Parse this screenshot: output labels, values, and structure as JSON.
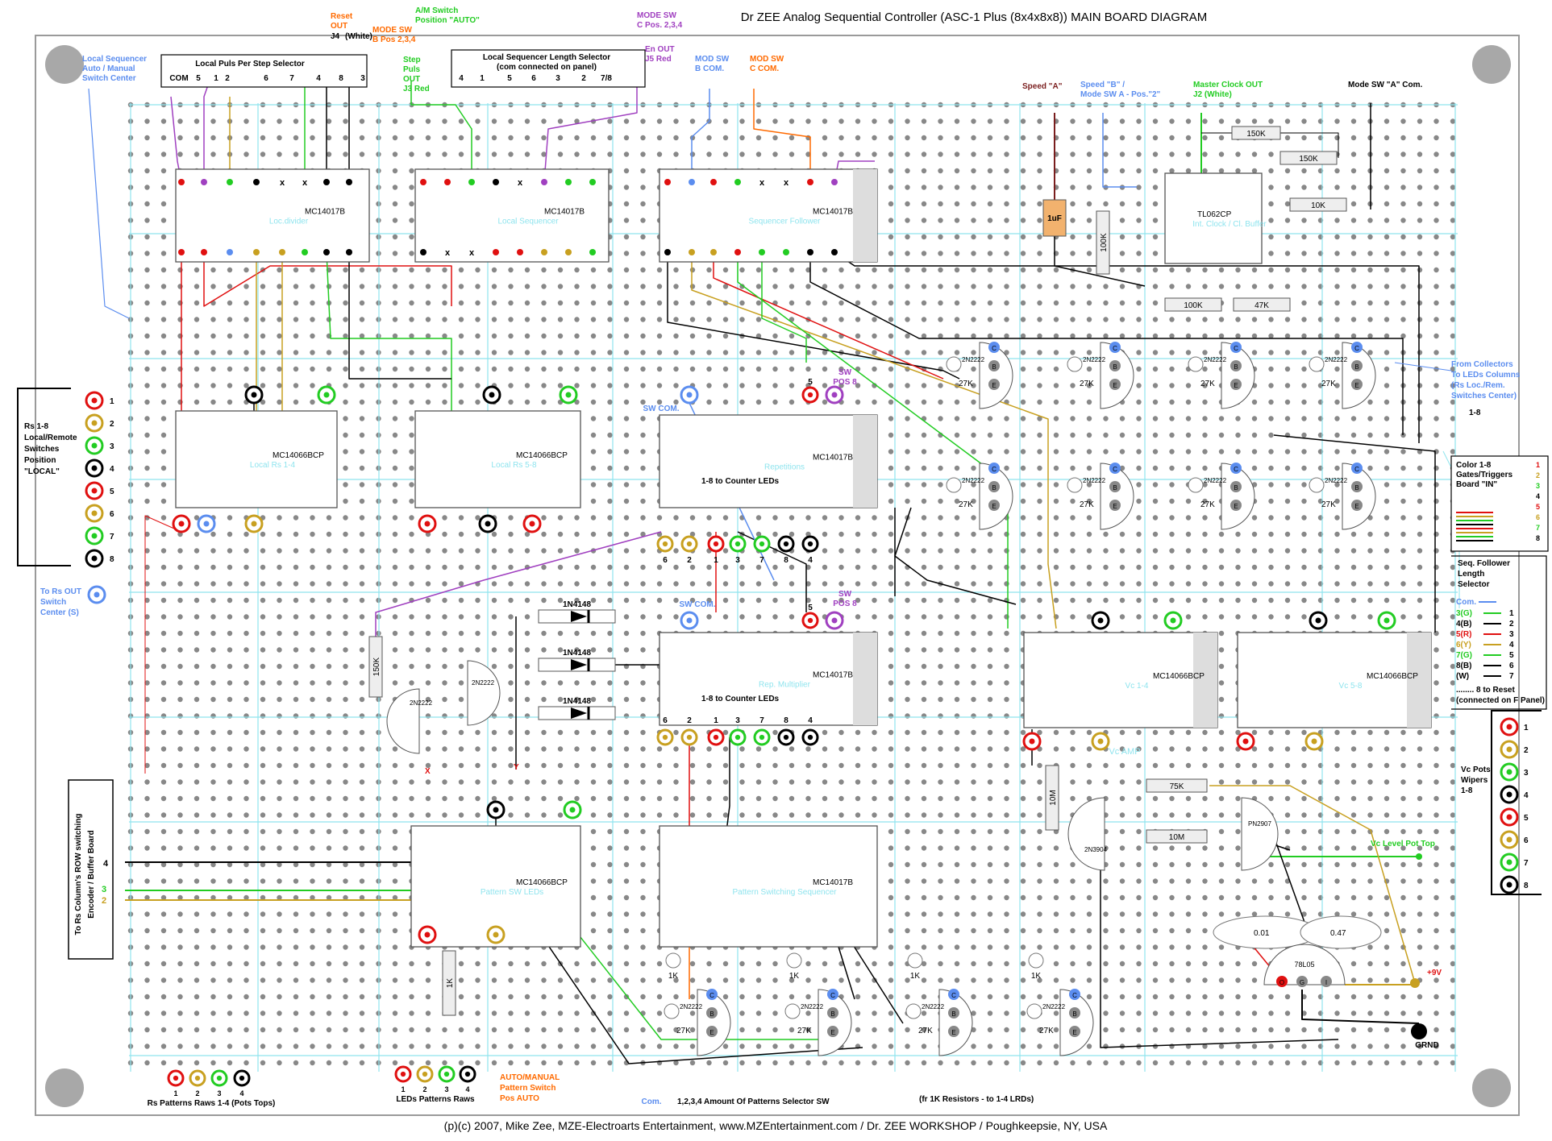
{
  "title": "Dr ZEE Analog Sequential Controller (ASC-1 Plus (8x4x8x8))     MAIN BOARD DIAGRAM",
  "footer": "(p)(c) 2007, Mike Zee, MZE-Electroarts Entertainment, www.MZEntertainment.com / Dr. ZEE WORKSHOP / Poughkeepsie, NY, USA",
  "colors": {
    "red": "#e01010",
    "orange": "#ff6a00",
    "yellow_ochre": "#c8a020",
    "green": "#22cc22",
    "black": "#000000",
    "blue": "#5b8def",
    "purple": "#a040c0",
    "cyan_grid": "#8fe4ee",
    "brown": "#7a1e1e"
  },
  "top_labels": {
    "local_sequencer_switch": [
      "Local Sequencer",
      "Auto / Manual",
      "Switch Center"
    ],
    "pps_selector_title": "Local Puls Per Step Selector",
    "pps_pins": [
      "COM",
      "5",
      "1",
      "2",
      "6",
      "7",
      "4",
      "8",
      "3"
    ],
    "reset_out": [
      "Reset",
      "OUT"
    ],
    "reset_jack": "J4",
    "reset_jack_color": "(White)",
    "mode_sw_b": [
      "MODE SW",
      "B Pos 2,3,4"
    ],
    "am_switch": [
      "A/M Switch",
      "Position \"AUTO\""
    ],
    "step_puls": [
      "Step",
      "Puls",
      "OUT",
      "J3 Red"
    ],
    "length_selector_title": "Local Sequencer Length Selector",
    "length_selector_sub": "(com connected on panel)",
    "length_pins": [
      "4",
      "1",
      "5",
      "6",
      "3",
      "2",
      "7/8"
    ],
    "mode_sw_c": [
      "MODE SW",
      "C Pos. 2,3,4"
    ],
    "en_out": [
      "En OUT",
      "J5 Red"
    ],
    "mod_sw_b": [
      "MOD SW",
      "B COM."
    ],
    "mod_sw_c": [
      "MOD SW",
      "C COM."
    ],
    "speed_a": "Speed \"A\"",
    "speed_b": [
      "Speed \"B\" /",
      "Mode SW  A - Pos.\"2\""
    ],
    "master_clock": [
      "Master Clock OUT",
      "J2 (White)"
    ],
    "mode_sw_a": [
      "Mode SW \"A\" Com."
    ]
  },
  "chips": {
    "u1": {
      "name": "MC14017B",
      "label": "Loc.divider"
    },
    "u2": {
      "name": "MC14017B",
      "label": "Local Sequencer"
    },
    "u3": {
      "name": "MC14017B",
      "label": "Sequencer Follower"
    },
    "u4": {
      "name": "TL062CP",
      "label": "Int. Clock / Cl. Buffer"
    },
    "u5": {
      "name": "MC14066BCP",
      "label": "Local Rs 1-4"
    },
    "u6": {
      "name": "MC14066BCP",
      "label": "Local Rs 5-8"
    },
    "u7": {
      "name": "MC14017B",
      "label": "Repetitions",
      "subtitle": "1-8 to Counter LEDs",
      "led_pins": [
        "6",
        "2",
        "1",
        "3",
        "7",
        "8",
        "4"
      ]
    },
    "u8": {
      "name": "MC14017B",
      "label": "Rep. Multiplier",
      "subtitle": "1-8 to Counter LEDs",
      "led_pins": [
        "6",
        "2",
        "1",
        "3",
        "7",
        "8",
        "4"
      ]
    },
    "u9": {
      "name": "MC14066BCP",
      "label": "Vc 1-4"
    },
    "u10": {
      "name": "MC14066BCP",
      "label": "Vc 5-8"
    },
    "u11": {
      "name": "MC14066BCP",
      "label": "Pattern SW LEDs"
    },
    "u12": {
      "name": "MC14017B",
      "label": "Pattern Switching Sequencer"
    },
    "reg": {
      "name": "78L05",
      "pins": [
        "I",
        "G",
        "O"
      ]
    }
  },
  "passives": {
    "c_1uf": "1uF",
    "r_100k_v": "100K",
    "r_150k_a": "150K",
    "r_150k_b": "150K",
    "r_10k": "10K",
    "r_100k_h": "100K",
    "r_47k": "47K",
    "r_150k_v": "150K",
    "r_10m_v": "10M",
    "r_75k": "75K",
    "r_10m_h": "10M",
    "r_1k": "1K",
    "c_001": "0.01",
    "c_047": "0.47",
    "diodes": [
      "1N4148",
      "1N4148",
      "1N4148"
    ],
    "r_27k": "27K",
    "r_1k_small": "1K"
  },
  "transistors": {
    "npn_type": "2N2222",
    "npn2_type": "2N3904",
    "pnp_type": "PN2907",
    "pins": {
      "c": "C",
      "b": "B",
      "e": "E"
    }
  },
  "mid_labels": {
    "sw_com": "SW COM.",
    "sw_pos8": [
      "SW",
      "POS 8"
    ],
    "pin5": "5",
    "from_collectors": [
      "From Collectors",
      "To LEDs Columns",
      "(Rs Loc./Rem.",
      "Switches Center)"
    ],
    "one_to_eight": "1-8",
    "vc_amp": "Vc AMP",
    "vc_level_pot": "Vc Level Pot Top",
    "plus9v": "+9V",
    "grnd": "GRND",
    "x_mark": "X",
    "y_mark": "Y"
  },
  "left_panel": {
    "rs_title": [
      "Rs 1-8",
      "Local/Remote",
      "Switches",
      "Position",
      "\"LOCAL\""
    ],
    "rs_numbers": [
      "1",
      "2",
      "3",
      "4",
      "5",
      "6",
      "7",
      "8"
    ],
    "to_rs_out": [
      "To Rs OUT",
      "Switch",
      "Center (S)"
    ],
    "encoder_box": [
      "To Rs Column's ROW switching",
      "Encoder / Buffer Board"
    ],
    "encoder_pins": [
      "4",
      "3",
      "2"
    ]
  },
  "right_panel": {
    "color_legend_title": [
      "Color 1-8",
      "Gates/Triggers",
      "Board \"IN\""
    ],
    "color_legend_nums": [
      "1",
      "2",
      "3",
      "4",
      "5",
      "6",
      "7",
      "8"
    ],
    "follower_title": [
      "Seq. Follower",
      "Length",
      "Selector"
    ],
    "follower_com": "Com.",
    "follower_rows": [
      {
        "tag": "3(G)",
        "num": "1"
      },
      {
        "tag": "4(B)",
        "num": "2"
      },
      {
        "tag": "5(R)",
        "num": "3"
      },
      {
        "tag": "6(Y)",
        "num": "4"
      },
      {
        "tag": "7(G)",
        "num": "5"
      },
      {
        "tag": "8(B)",
        "num": "6"
      },
      {
        "tag": "(W)",
        "num": "7"
      }
    ],
    "follower_reset": [
      "........ 8 to Reset",
      "(connected on F Panel)"
    ],
    "vc_title": [
      "Vc Pots",
      "Wipers",
      "1-8"
    ],
    "vc_numbers": [
      "1",
      "2",
      "3",
      "4",
      "5",
      "6",
      "7",
      "8"
    ]
  },
  "bottom_labels": {
    "rs_patterns_nums": [
      "1",
      "2",
      "3",
      "4"
    ],
    "rs_patterns": "Rs Patterns Raws 1-4 (Pots Tops)",
    "leds_patterns_nums": [
      "1",
      "2",
      "3",
      "4"
    ],
    "leds_patterns": "LEDs Patterns Raws",
    "auto_manual": [
      "AUTO/MANUAL",
      "Pattern Switch",
      "Pos AUTO"
    ],
    "com": "Com.",
    "amount_selector": "1,2,3,4 Amount Of Patterns Selector SW",
    "fr_1k": "(fr 1K Resistors - to 1-4 LRDs)"
  }
}
